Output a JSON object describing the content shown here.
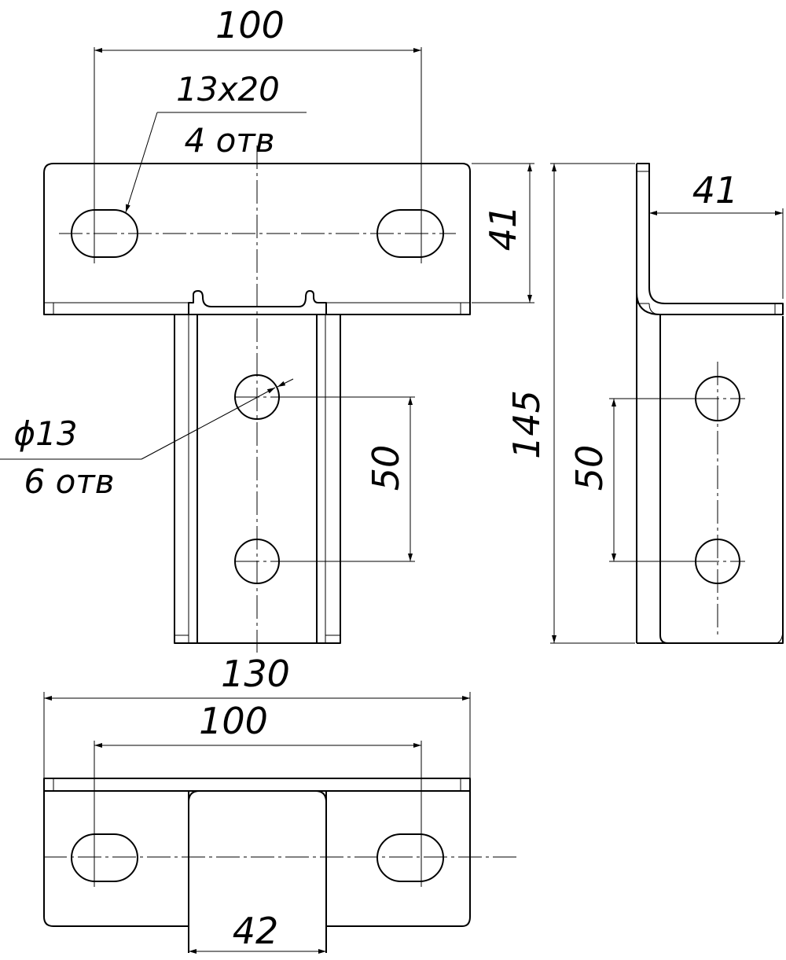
{
  "dimensions": {
    "top_width": "100",
    "flange_height": "41",
    "hole_spacing_front": "50",
    "total_height": "145",
    "side_flange_width": "41",
    "hole_spacing_side": "50",
    "bottom_total_width": "130",
    "bottom_hole_span": "100",
    "channel_width": "42"
  },
  "notes": {
    "slot_size": "13x20",
    "slot_count": "4 отв",
    "hole_diameter": "ϕ13",
    "hole_count": "6 отв"
  }
}
